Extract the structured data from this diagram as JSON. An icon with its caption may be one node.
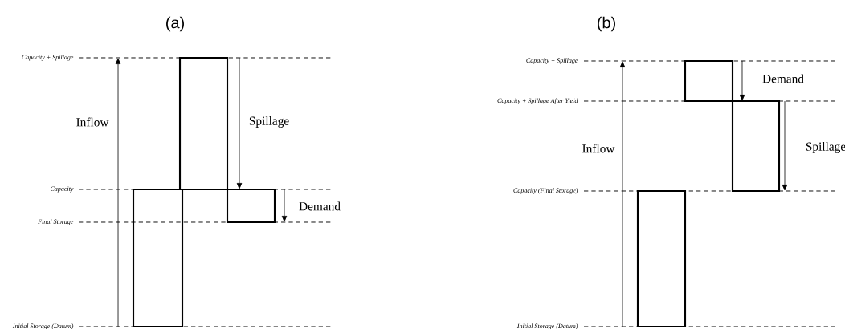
{
  "diagram": {
    "nodes": [
      {
        "text": [],
        "shape": "bar"
      },
      {
        "text": [],
        "shape": "bar"
      },
      {
        "text": [],
        "shape": "bar"
      },
      {
        "text": [],
        "shape": "bar"
      },
      {
        "text": [],
        "shape": "bar"
      },
      {
        "text": [],
        "shape": "bar"
      }
    ],
    "labels": [
      "(a)",
      "(b)",
      "Capacity + Spillage",
      "Inflow",
      "Spillage",
      "Capacity",
      "Demand",
      "Final Storage",
      "Initial Storage (Datum)",
      "Capacity + Spillage",
      "Demand",
      "Capacity + Spillage After Yield",
      "Inflow",
      "Spillage",
      "Capacity (Final Storage)",
      "Initial Storage (Datum)"
    ]
  }
}
